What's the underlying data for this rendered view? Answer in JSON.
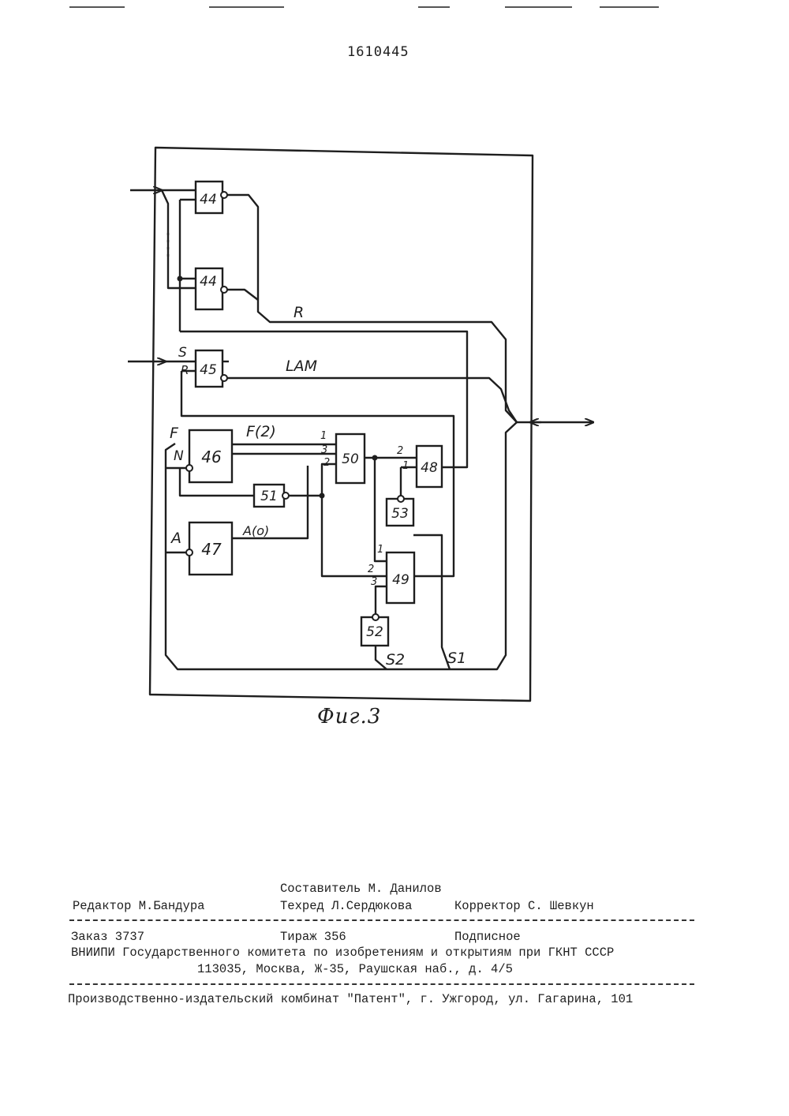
{
  "header": {
    "doc_number": "1610445"
  },
  "diagram": {
    "blocks": {
      "b44a": "44",
      "b44b": "44",
      "b45": "45",
      "b46": "46",
      "b47": "47",
      "b48": "48",
      "b49": "49",
      "b50": "50",
      "b51": "51",
      "b52": "52",
      "b53": "53"
    },
    "signals": {
      "R": "R",
      "LAM": "LAM",
      "S": "S",
      "R45": "R",
      "F": "F",
      "F2": "F(2)",
      "N": "N",
      "A": "A",
      "A0": "A(o)",
      "S2": "S2",
      "S1": "S1"
    },
    "pins": {
      "p50_1": "1",
      "p50_3": "3",
      "p50_2": "2",
      "p48_2": "2",
      "p48_1": "1",
      "p49_1": "1",
      "p49_2": "2",
      "p49_3": "3"
    },
    "caption": "Фиг.3"
  },
  "imprint": {
    "composer": "Составитель М. Данилов",
    "editor": "Редактор М.Бандура",
    "techred": "Техред Л.Сердюкова",
    "corrector": "Корректор С. Шевкун",
    "order": "Заказ 3737",
    "circulation": "Тираж 356",
    "subscription": "Подписное",
    "institute": "ВНИИПИ Государственного комитета по изобретениям и открытиям при ГКНТ СССР",
    "address": "113035, Москва, Ж-35, Раушская наб., д. 4/5",
    "printer": "Производственно-издательский комбинат \"Патент\", г. Ужгород, ул. Гагарина, 101"
  }
}
